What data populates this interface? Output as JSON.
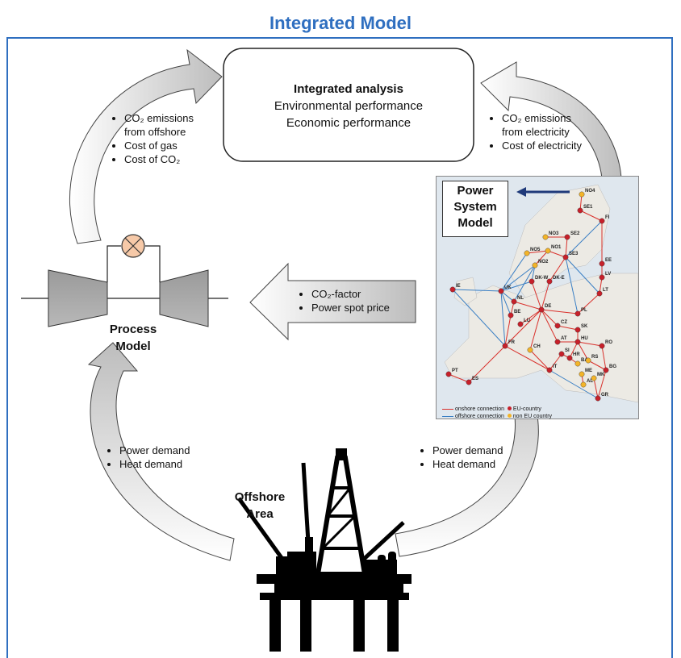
{
  "title": "Integrated Model",
  "colors": {
    "accent": "#2f6fc0",
    "onshore": "#d9302b",
    "offshore": "#3a7fc4",
    "eu_node": "#c7202a",
    "non_eu_node": "#f3b429"
  },
  "center_box": {
    "heading": "Integrated analysis",
    "line1": "Environmental performance",
    "line2": "Economic performance"
  },
  "left_list": [
    "CO₂ emissions",
    "from offshore",
    "Cost of gas",
    "Cost of CO₂"
  ],
  "right_list": [
    "CO₂ emissions",
    "from electricity",
    "Cost of electricity"
  ],
  "middle_arrow_list": [
    "CO₂-factor",
    "Power spot price"
  ],
  "process_model": {
    "line1": "Process",
    "line2": "Model"
  },
  "power_system": {
    "line1": "Power",
    "line2": "System",
    "line3": "Model"
  },
  "offshore_area": {
    "line1": "Offshore",
    "line2": "Area"
  },
  "bottom_left_list": [
    "Power demand",
    "Heat demand"
  ],
  "bottom_right_list": [
    "Power demand",
    "Heat demand"
  ],
  "map_legend": {
    "onshore": "onshore connection",
    "offshore": "offshore connection",
    "eu": "EU-country",
    "non_eu": "non EU country"
  },
  "map_nodes": [
    "NO4",
    "SE1",
    "FI",
    "NO3",
    "SE2",
    "NO5",
    "NO1",
    "NO2",
    "SE3",
    "EE",
    "LV",
    "DK-W",
    "DK-E",
    "IE",
    "UK",
    "NL",
    "BE",
    "DE",
    "PL",
    "LT",
    "LU",
    "CZ",
    "SK",
    "FR",
    "AT",
    "HU",
    "RO",
    "CH",
    "SI",
    "HR",
    "BA",
    "RS",
    "BG",
    "IT",
    "ME",
    "MK",
    "AL",
    "GR",
    "PT",
    "ES"
  ],
  "icons": [
    "gas-turbine-icon",
    "heat-exchanger-icon",
    "offshore-platform-icon",
    "curved-arrow-icon"
  ]
}
